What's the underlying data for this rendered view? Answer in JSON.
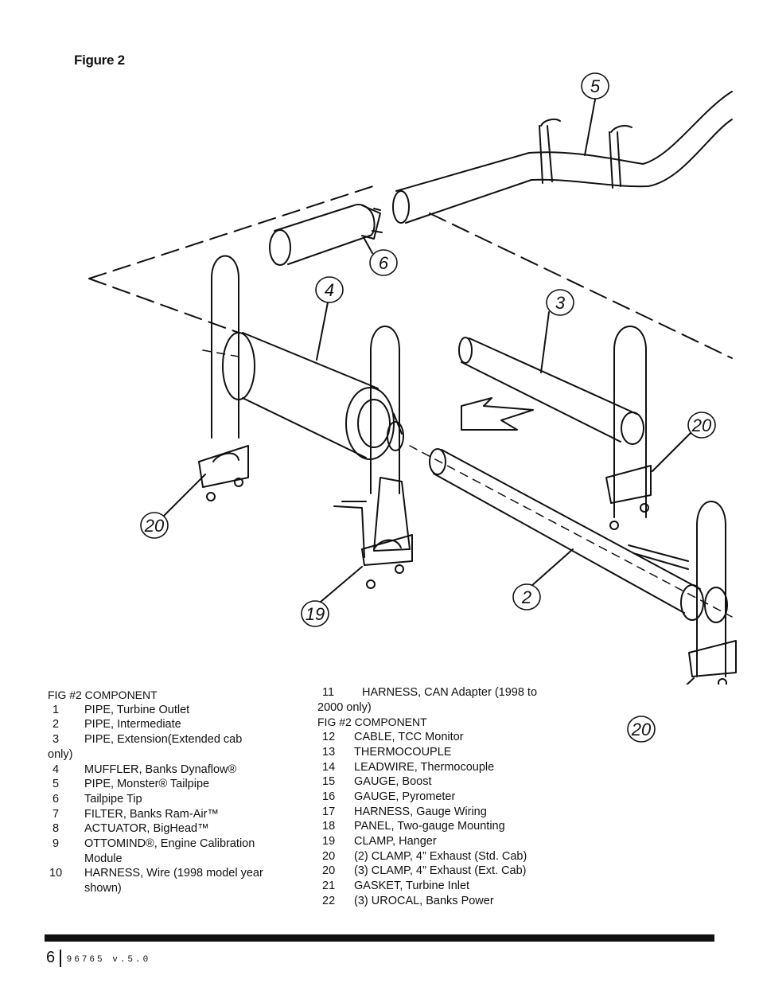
{
  "figure_title": "Figure 2",
  "callouts": [
    "5",
    "6",
    "4",
    "3",
    "20",
    "20",
    "2",
    "19",
    "20"
  ],
  "legend_left": {
    "header": "FIG #2   COMPONENT",
    "items": [
      {
        "num": "1",
        "text": "PIPE, Turbine Outlet"
      },
      {
        "num": "2",
        "text": "PIPE, Intermediate"
      },
      {
        "num": "3",
        "text": "PIPE, Extension(Extended cab",
        "cont": "only)"
      },
      {
        "num": "4",
        "text": "MUFFLER, Banks Dynaflow®"
      },
      {
        "num": "5",
        "text": "PIPE, Monster® Tailpipe"
      },
      {
        "num": "6",
        "text": "Tailpipe Tip"
      },
      {
        "num": "7",
        "text": "FILTER, Banks Ram-Air™"
      },
      {
        "num": "8",
        "text": "ACTUATOR, BigHead™"
      },
      {
        "num": "9",
        "text": "OTTOMIND®, Engine Calibration",
        "cont": "Module"
      },
      {
        "num": "10",
        "text": "HARNESS, Wire (1998 model year",
        "cont": "shown)"
      }
    ]
  },
  "legend_right": {
    "first_item": {
      "num": "11",
      "text": "HARNESS, CAN Adapter (1998 to",
      "cont": "2000 only)"
    },
    "header": "FIG #2   COMPONENT",
    "items": [
      {
        "num": "12",
        "text": "CABLE, TCC Monitor"
      },
      {
        "num": "13",
        "text": "THERMOCOUPLE"
      },
      {
        "num": "14",
        "text": "LEADWIRE, Thermocouple"
      },
      {
        "num": "15",
        "text": "GAUGE, Boost"
      },
      {
        "num": "16",
        "text": "GAUGE, Pyrometer"
      },
      {
        "num": "17",
        "text": "HARNESS, Gauge Wiring"
      },
      {
        "num": "18",
        "text": "PANEL, Two-gauge Mounting"
      },
      {
        "num": "19",
        "text": "CLAMP, Hanger"
      },
      {
        "num": "20",
        "text": "(2) CLAMP, 4” Exhaust (Std. Cab)"
      },
      {
        "num": "20",
        "text": "(3) CLAMP, 4” Exhaust (Ext. Cab)"
      },
      {
        "num": "21",
        "text": "GASKET, Turbine Inlet"
      },
      {
        "num": "22",
        "text": "(3) UROCAL, Banks Power"
      }
    ]
  },
  "footer": {
    "page_number": "6",
    "doc_code": "96765 v.5.0"
  }
}
